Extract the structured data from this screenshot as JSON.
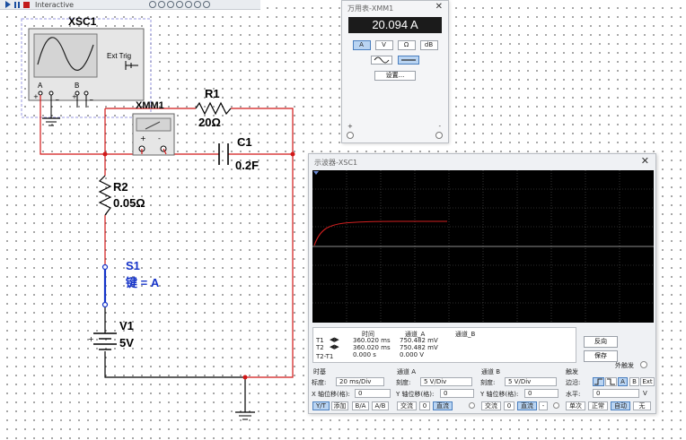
{
  "toolbar": {
    "mode": "Interactive"
  },
  "circuit": {
    "xsc1": "XSC1",
    "ext_trig": "Ext Trig",
    "ch_a": "A",
    "ch_b": "B",
    "xmm1": "XMM1",
    "r1_name": "R1",
    "r1_value": "20Ω",
    "c1_name": "C1",
    "c1_value": "0.2F",
    "r2_name": "R2",
    "r2_value": "0.05Ω",
    "s1_name": "S1",
    "s1_key": "键 = A",
    "v1_name": "V1",
    "v1_value": "5V"
  },
  "multimeter": {
    "title": "万用表-XMM1",
    "reading": "20.094 A",
    "mode_buttons": [
      "A",
      "V",
      "Ω",
      "dB"
    ],
    "active_mode": "A",
    "settings_label": "设置...",
    "plus": "+",
    "minus": "-"
  },
  "oscilloscope": {
    "title": "示波器-XSC1",
    "readout": {
      "headers": [
        "时间",
        "通道_A",
        "通道_B"
      ],
      "rows": [
        {
          "label": "T1",
          "time": "360.020 ms",
          "ch_a": "750.482 mV",
          "ch_b": ""
        },
        {
          "label": "T2",
          "time": "360.020 ms",
          "ch_a": "750.482 mV",
          "ch_b": ""
        },
        {
          "label": "T2-T1",
          "time": "0.000 s",
          "ch_a": "0.000 V",
          "ch_b": ""
        }
      ]
    },
    "reverse_button": "反向",
    "save_button": "保存",
    "ext_trigger": "外触发",
    "timebase": {
      "title": "时基",
      "scale_label": "标度:",
      "scale_value": "20 ms/Div",
      "xpos_label": "X 轴位移(格):",
      "xpos_value": "0",
      "buttons": [
        "Y/T",
        "添加",
        "B/A",
        "A/B"
      ]
    },
    "channel_a": {
      "title": "通道 A",
      "scale_label": "刻度:",
      "scale_value": "5  V/Div",
      "ypos_label": "Y 轴位移(格):",
      "ypos_value": "0",
      "buttons": [
        "交流",
        "0",
        "直流"
      ]
    },
    "channel_b": {
      "title": "通道 B",
      "scale_label": "刻度:",
      "scale_value": "5  V/Div",
      "ypos_label": "Y 轴位移(格):",
      "ypos_value": "0",
      "buttons": [
        "交流",
        "0",
        "直流",
        "-"
      ]
    },
    "trigger": {
      "title": "触发",
      "edge_label": "边沿:",
      "edge_buttons": [
        "A",
        "B",
        "Ext"
      ],
      "level_label": "水平:",
      "level_value": "0",
      "level_unit": "V",
      "buttons": [
        "单次",
        "正常",
        "自动",
        "无"
      ]
    },
    "trace_color": "#d12020"
  }
}
